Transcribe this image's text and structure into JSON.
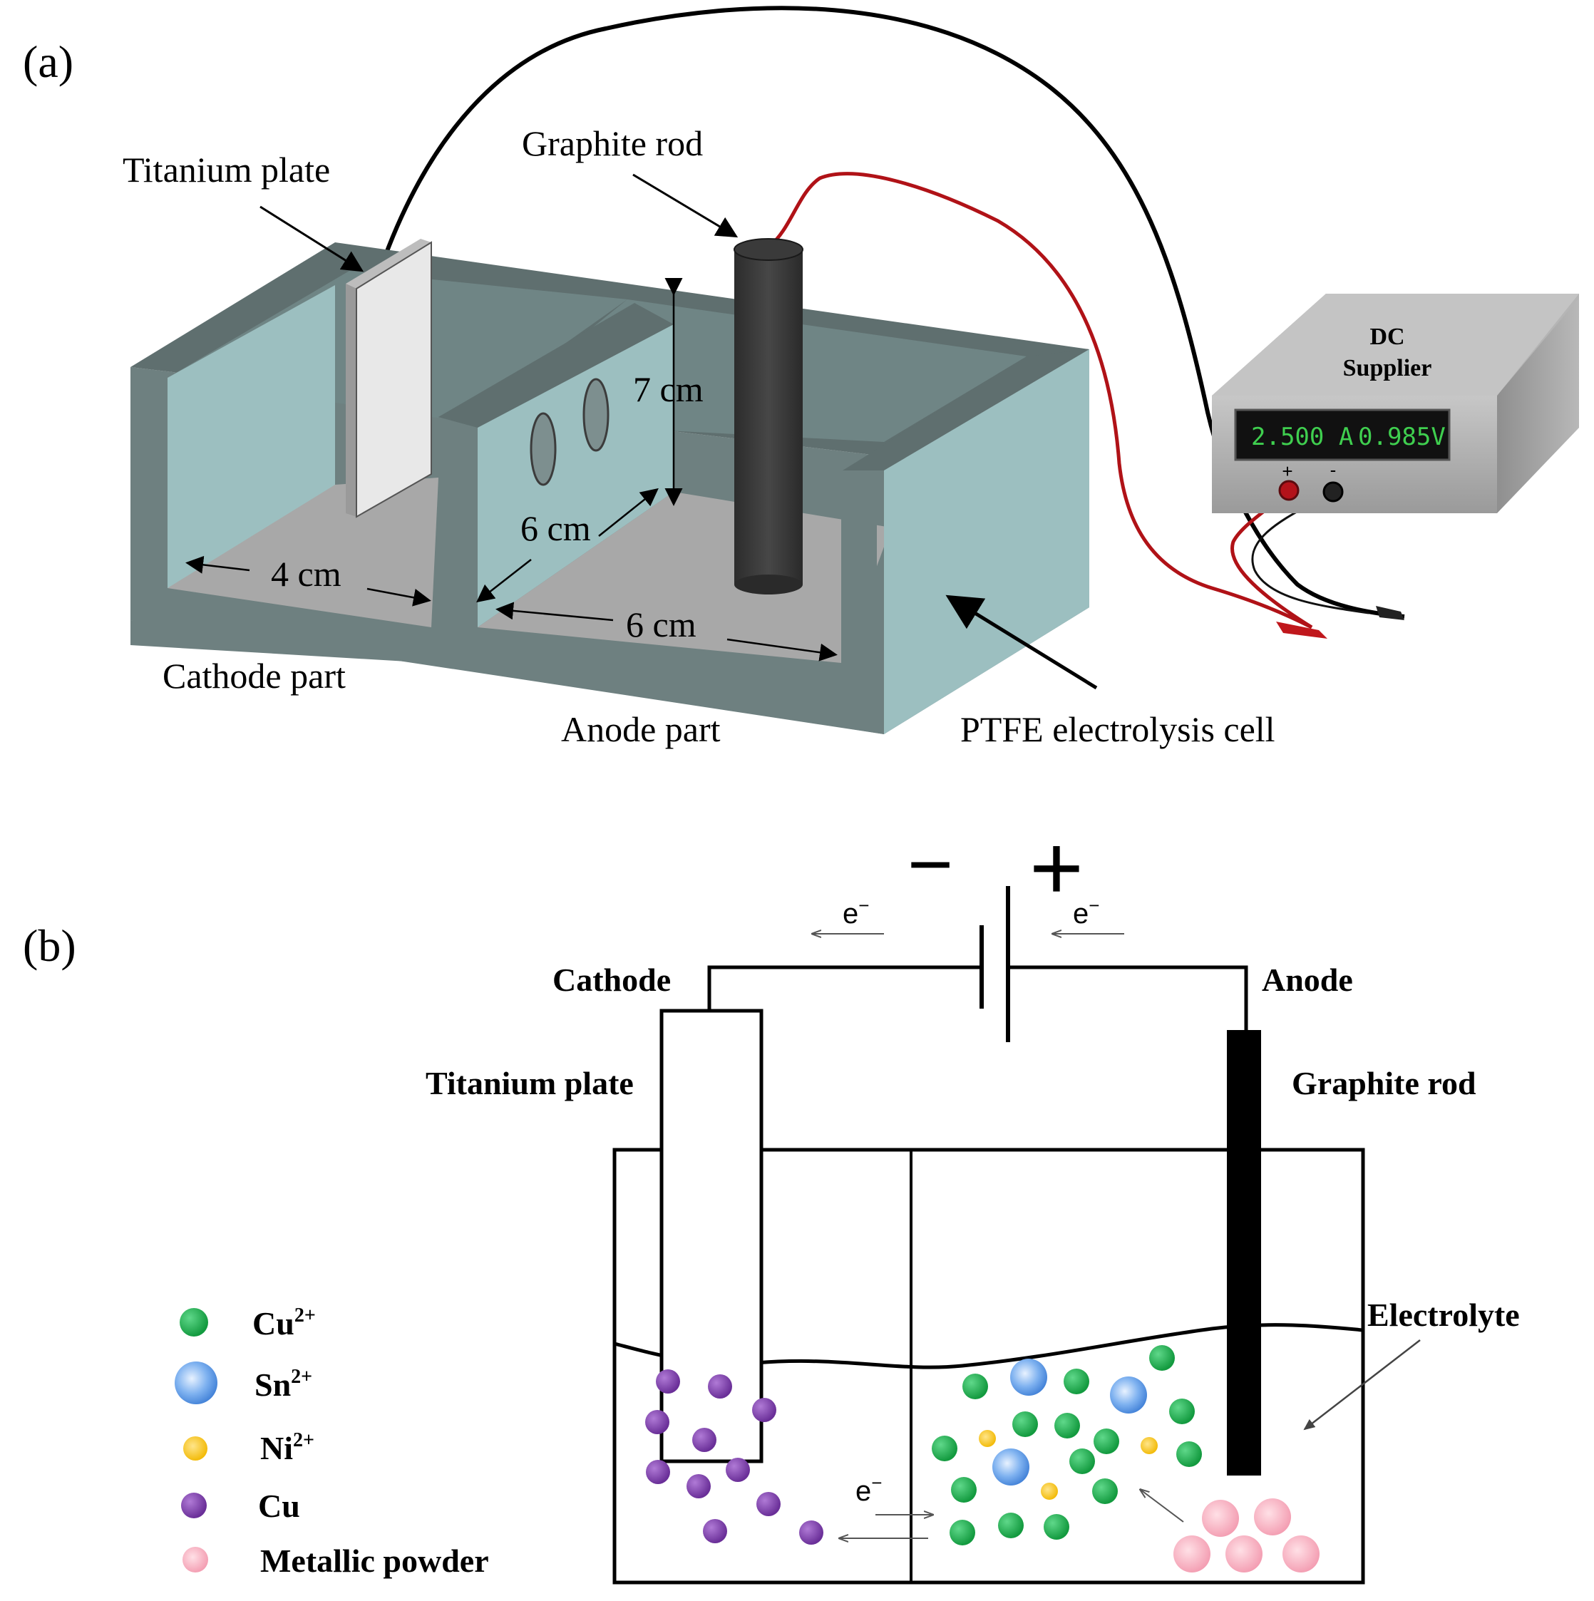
{
  "panel_a": {
    "panel_label": "(a)",
    "titanium_plate": "Titanium plate",
    "graphite_rod": "Graphite rod",
    "dim_height": "7 cm",
    "dim_depth": "6 cm",
    "dim_cathode_width": "4 cm",
    "dim_anode_width": "6 cm",
    "cathode_part": "Cathode part",
    "anode_part": "Anode part",
    "cell_label": "PTFE electrolysis cell",
    "supplier_line1": "DC",
    "supplier_line2": "Supplier",
    "display_current": "2.500 A",
    "display_voltage": "0.985V",
    "terminal_plus": "+",
    "terminal_minus": "-"
  },
  "panel_b": {
    "panel_label": "(b)",
    "battery_minus": "−",
    "battery_plus": "+",
    "electron_left": "e",
    "electron_right": "e",
    "electron_bottom": "e",
    "electron_sup": "−",
    "cathode": "Cathode",
    "anode": "Anode",
    "titanium_plate": "Titanium plate",
    "graphite_rod": "Graphite rod",
    "electrolyte": "Electrolyte",
    "legend": [
      {
        "label": "Cu",
        "sup": "2+",
        "color": "#1fa64a"
      },
      {
        "label": "Sn",
        "sup": "2+",
        "color": "#5b9be8"
      },
      {
        "label": "Ni",
        "sup": "2+",
        "color": "#f5c21b"
      },
      {
        "label": "Cu",
        "sup": "",
        "color": "#7a3fa6"
      },
      {
        "label": "Metallic powder",
        "sup": "",
        "color": "#f4a9b8"
      }
    ]
  }
}
